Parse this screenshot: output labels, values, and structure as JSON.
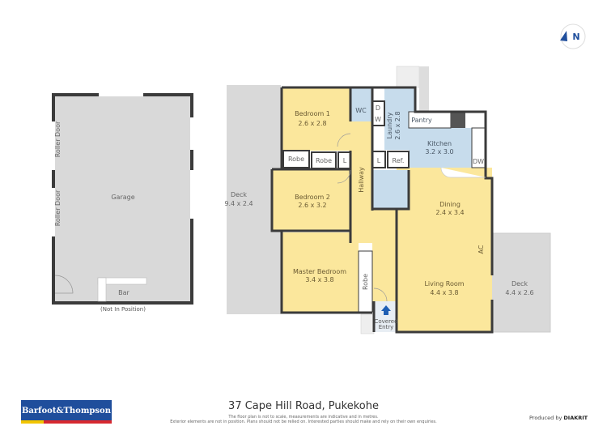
{
  "compass": {
    "label": "N",
    "icon": "north-arrow-icon"
  },
  "garage": {
    "name": "Garage",
    "doors": [
      "Roller Door",
      "Roller Door"
    ],
    "bar": "Bar",
    "note": "(Not In Position)"
  },
  "rooms": {
    "bedroom1": {
      "name": "Bedroom 1",
      "size": "2.6 x 2.8"
    },
    "bedroom2": {
      "name": "Bedroom 2",
      "size": "2.6 x 3.2"
    },
    "master": {
      "name": "Master Bedroom",
      "size": "3.4 x 3.8"
    },
    "deck_left": {
      "name": "Deck",
      "size": "9.4 x 2.4"
    },
    "deck_right": {
      "name": "Deck",
      "size": "4.4 x 2.6"
    },
    "laundry": {
      "name": "Laundry",
      "size": "2.6 x 2.8"
    },
    "kitchen": {
      "name": "Kitchen",
      "size": "3.2 x 3.0"
    },
    "dining": {
      "name": "Dining",
      "size": "2.4 x 3.4"
    },
    "living": {
      "name": "Living Room",
      "size": "4.4 x 3.8"
    },
    "hallway": "Hallway",
    "wc": "WC",
    "pantry": "Pantry",
    "robe1": "Robe",
    "robe2": "Robe",
    "robe3": "Robe",
    "linen1": "L",
    "linen2": "L",
    "ref": "Ref.",
    "dw": "DW",
    "d": "D",
    "w": "W",
    "ac": "AC",
    "entry_line1": "Covered",
    "entry_line2": "Entry"
  },
  "colors": {
    "bedroom": "#fbe79c",
    "wet": "#c7dcec",
    "deck": "#d9d9d9",
    "wall": "#3b3b3b",
    "entry_arrow": "#1f5fb4"
  },
  "footer": {
    "address": "37 Cape Hill Road, Pukekohe",
    "disclaimer1": "The floor plan is not to scale, measurements are indicative and in metres.",
    "disclaimer2": "Exterior elements are not in position. Plans should not be relied on. Interested parties should make and rely on their own enquiries.",
    "logo": "Barfoot&Thompson",
    "produced_by": "Produced by",
    "producer": "DIAKRIT"
  }
}
